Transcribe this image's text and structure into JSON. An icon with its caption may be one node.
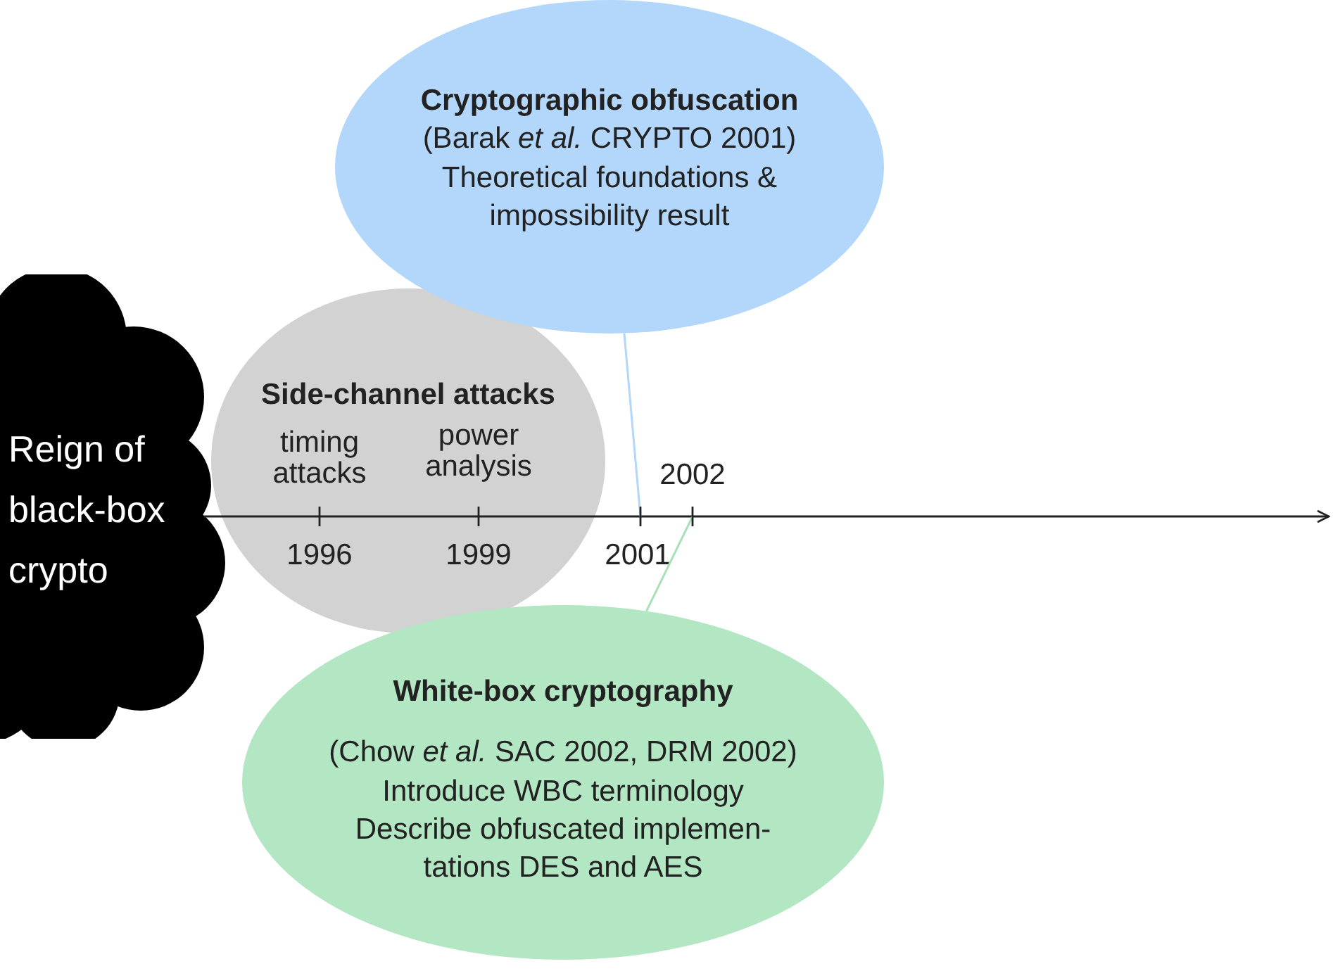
{
  "diagram": {
    "nodes": [
      {
        "text": [
          "Reign of black-box crypto"
        ]
      },
      {
        "text": [
          "Side-channel attacks"
        ]
      },
      {
        "text": [
          "Cryptographic obfuscation",
          "(Barak *et al.* CRYPTO 2001)",
          "Theoretical foundations & impossibility result"
        ]
      },
      {
        "text": [
          "White-box cryptography",
          "(Chow *et al.* SAC 2002, DRM 2002)",
          "Introduce WBC terminology",
          "Describe obfuscated implemen- tations DES and AES"
        ]
      }
    ],
    "edges": [
      {
        "from": 0,
        "to": null,
        "arrow": "to"
      },
      {
        "from": 2,
        "to": null,
        "arrow": "none",
        "color": "#b3d6fb"
      },
      {
        "from": 3,
        "to": null,
        "arrow": "none",
        "color": "#a8e0b8"
      }
    ],
    "labels": [
      "timing attacks",
      "power analysis",
      "2002",
      "1996",
      "1999",
      "2001"
    ]
  }
}
